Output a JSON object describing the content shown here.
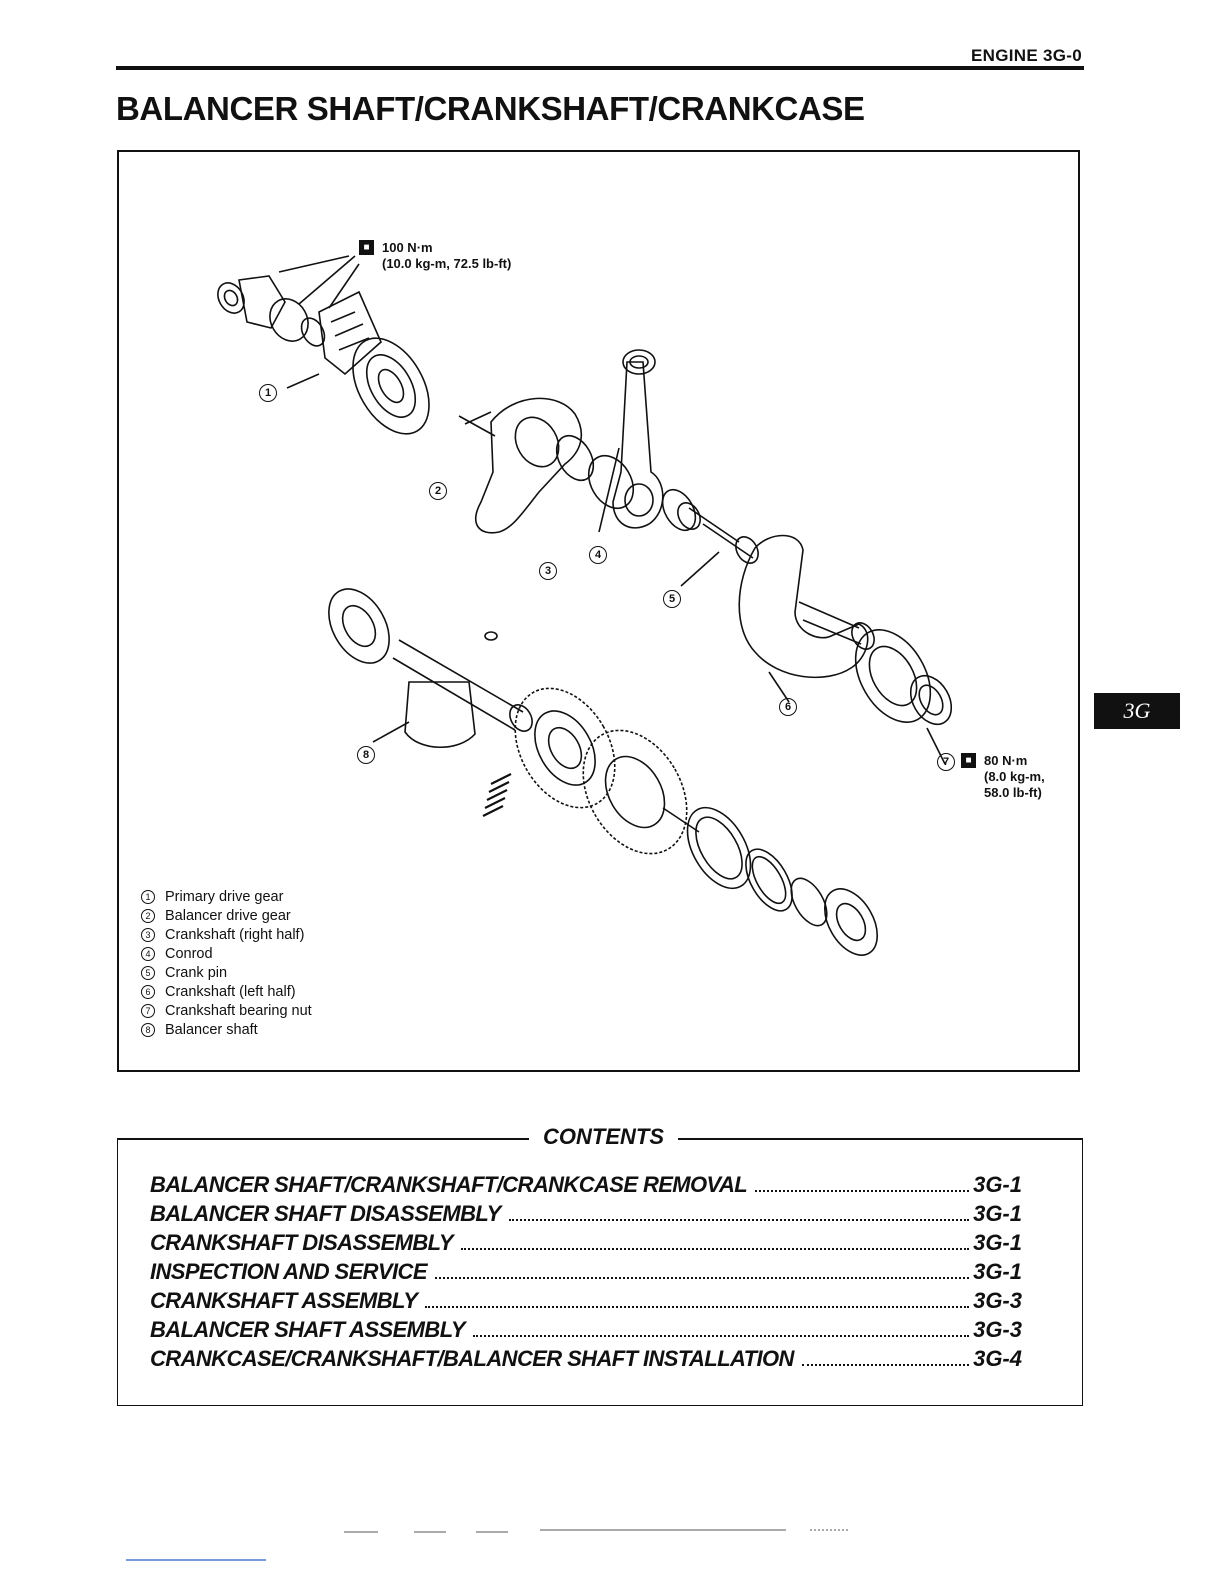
{
  "header": {
    "section": "ENGINE 3G-0",
    "title": "BALANCER SHAFT/CRANKSHAFT/CRANKCASE"
  },
  "diagram": {
    "torque_top": {
      "line1": "100 N·m",
      "line2": "(10.0 kg-m, 72.5 lb-ft)"
    },
    "torque_bottom": {
      "line1": "80 N·m",
      "line2": "(8.0 kg-m,",
      "line3": "58.0 lb-ft)"
    },
    "callouts": [
      "1",
      "2",
      "3",
      "4",
      "5",
      "6",
      "7",
      "8"
    ],
    "legend": [
      {
        "num": "1",
        "label": "Primary drive gear"
      },
      {
        "num": "2",
        "label": "Balancer drive gear"
      },
      {
        "num": "3",
        "label": "Crankshaft (right half)"
      },
      {
        "num": "4",
        "label": "Conrod"
      },
      {
        "num": "5",
        "label": "Crank pin"
      },
      {
        "num": "6",
        "label": "Crankshaft (left half)"
      },
      {
        "num": "7",
        "label": "Crankshaft bearing nut"
      },
      {
        "num": "8",
        "label": "Balancer shaft"
      }
    ]
  },
  "side_tab": "3G",
  "contents": {
    "title": "CONTENTS",
    "items": [
      {
        "title": "BALANCER SHAFT/CRANKSHAFT/CRANKCASE REMOVAL",
        "page": "3G-1"
      },
      {
        "title": "BALANCER SHAFT DISASSEMBLY",
        "page": "3G-1"
      },
      {
        "title": "CRANKSHAFT DISASSEMBLY",
        "page": "3G-1"
      },
      {
        "title": "INSPECTION AND SERVICE",
        "page": "3G-1"
      },
      {
        "title": "CRANKSHAFT ASSEMBLY",
        "page": "3G-3"
      },
      {
        "title": "BALANCER SHAFT ASSEMBLY",
        "page": "3G-3"
      },
      {
        "title": "CRANKCASE/CRANKSHAFT/BALANCER SHAFT INSTALLATION",
        "page": "3G-4"
      }
    ]
  }
}
